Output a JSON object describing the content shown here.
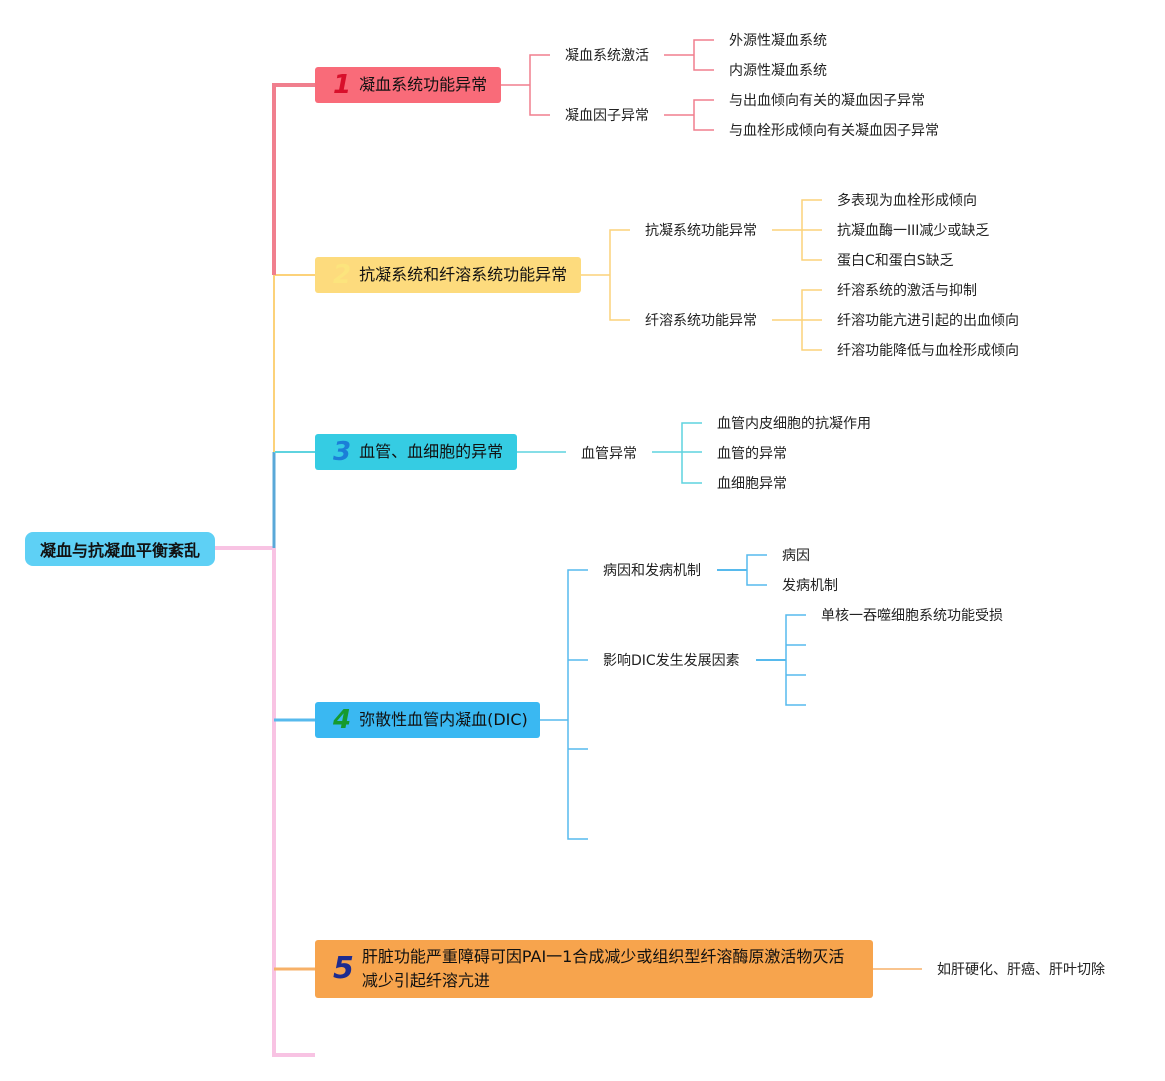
{
  "root": {
    "label": "凝血与抗凝血平衡紊乱"
  },
  "branches": [
    {
      "num": "1",
      "label": "凝血系统功能异常",
      "subs": [
        {
          "label": "凝血系统激活",
          "leaves": [
            "外源性凝血系统",
            "内源性凝血系统"
          ]
        },
        {
          "label": "凝血因子异常",
          "leaves": [
            "与出血倾向有关的凝血因子异常",
            "与血栓形成倾向有关凝血因子异常"
          ]
        }
      ]
    },
    {
      "num": "2",
      "label": "抗凝系统和纤溶系统功能异常",
      "subs": [
        {
          "label": "抗凝系统功能异常",
          "leaves": [
            "多表现为血栓形成倾向",
            "抗凝血酶一III减少或缺乏",
            "蛋白C和蛋白S缺乏"
          ]
        },
        {
          "label": "纤溶系统功能异常",
          "leaves": [
            "纤溶系统的激活与抑制",
            "纤溶功能亢进引起的出血倾向",
            "纤溶功能降低与血栓形成倾向"
          ]
        }
      ]
    },
    {
      "num": "3",
      "label": "血管、血细胞的异常",
      "subs": [
        {
          "label": "血管异常",
          "leaves": [
            "血管内皮细胞的抗凝作用",
            "血管的异常",
            "血细胞异常"
          ]
        }
      ]
    },
    {
      "num": "4",
      "label": "弥散性血管内凝血(DIC)",
      "subs": [
        {
          "label": "病因和发病机制",
          "leaves": [
            "病因",
            "发病机制"
          ]
        },
        {
          "label": "影响DIC发生发展因素",
          "leaves": [
            "单核一吞噬细胞系统功能受损"
          ]
        }
      ]
    },
    {
      "num": "5",
      "label": "肝脏功能严重障碍可因PAI一1合成减少或组织型纤溶酶原激活物灭活减少引起纤溶亢进",
      "subs": [
        {
          "label": "如肝硬化、肝癌、肝叶切除",
          "leaves": []
        }
      ]
    }
  ],
  "colors": {
    "b1": "#f07f8e",
    "b2": "#fcd27a",
    "b3": "#5fd3df",
    "b4": "#57baed",
    "b5": "#f7b168",
    "b6": "#f8c3e3"
  }
}
